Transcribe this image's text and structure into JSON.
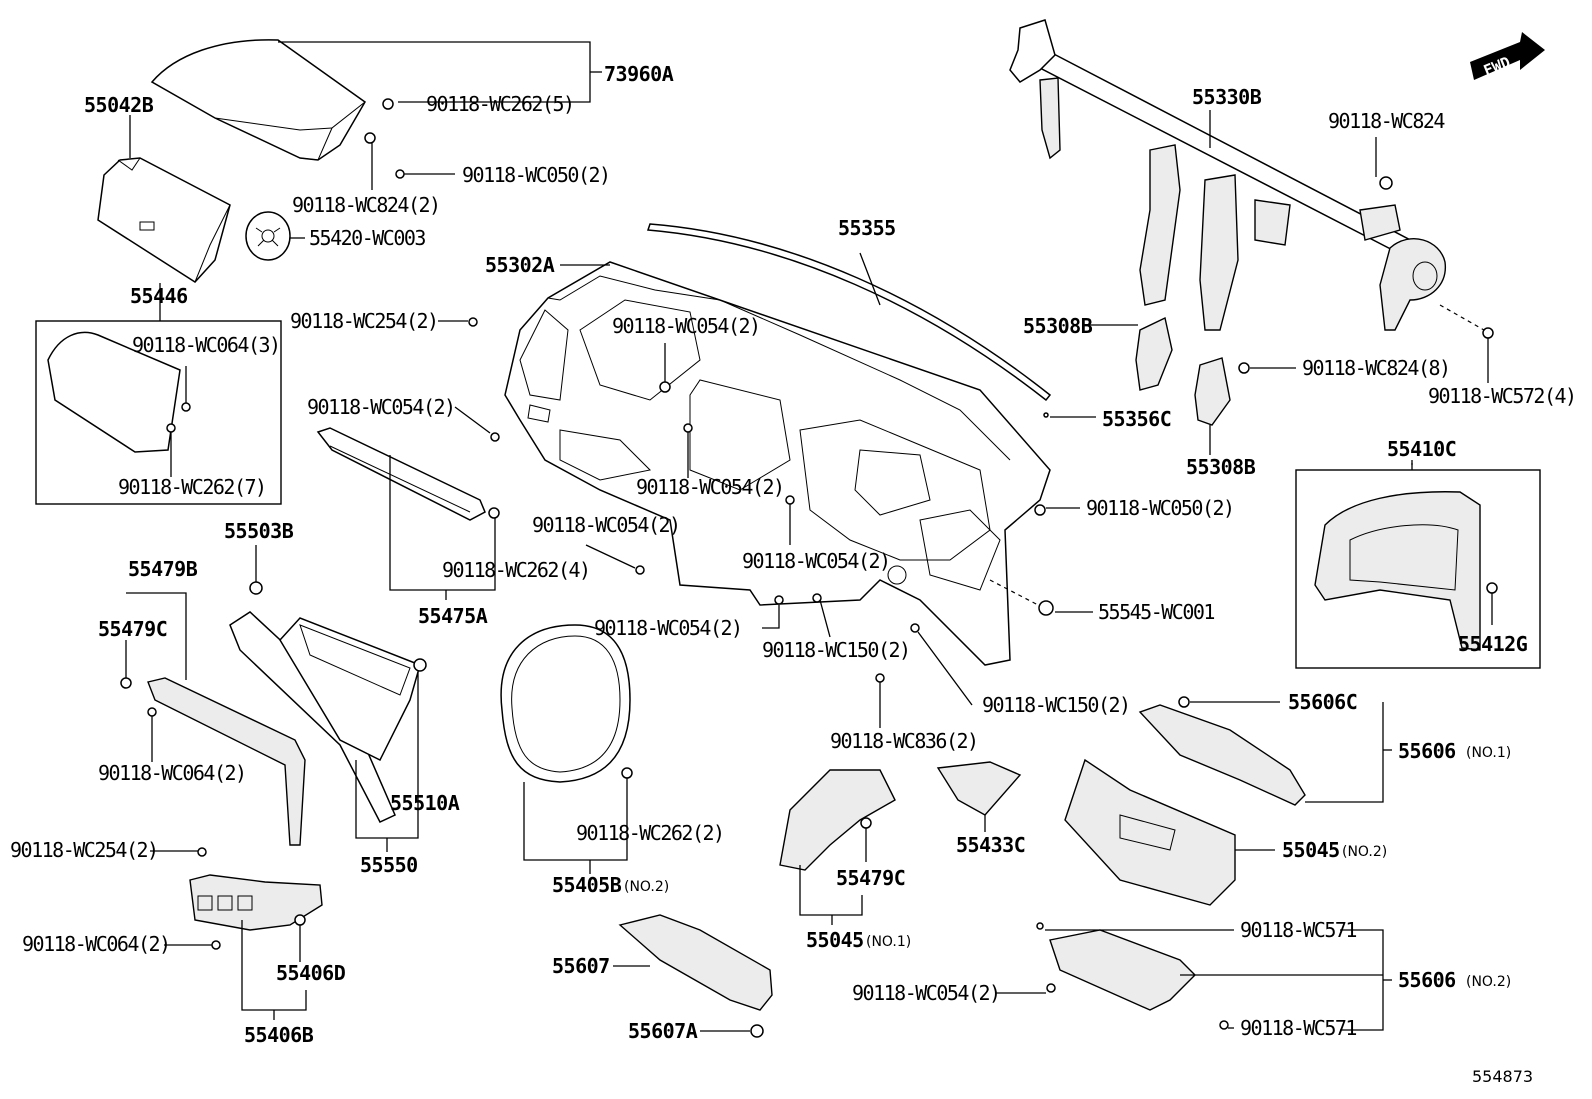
{
  "diagram": {
    "drawing_number": "554873",
    "fwd_label": "FWD",
    "boxes": {
      "b55446": "55446",
      "b55410C": "55410C"
    },
    "labels": {
      "l73960A": "73960A",
      "l55042B": "55042B",
      "lwc262_5": "90118-WC262(5)",
      "lwc050_2a": "90118-WC050(2)",
      "lwc824_2": "90118-WC824(2)",
      "l55420": "55420-WC003",
      "l55446": "55446",
      "lwc064_3": "90118-WC064(3)",
      "lwc262_7": "90118-WC262(7)",
      "l55355": "55355",
      "l55302A": "55302A",
      "lwc254_2a": "90118-WC254(2)",
      "lwc054_2a": "90118-WC054(2)",
      "lwc054_2b": "90118-WC054(2)",
      "lwc054_2c": "90118-WC054(2)",
      "lwc262_4": "90118-WC262(4)",
      "l55475A": "55475A",
      "lwc054_2d": "90118-WC054(2)",
      "lwc054_2e": "90118-WC054(2)",
      "lwc054_2f": "90118-WC054(2)",
      "lwc150_2a": "90118-WC150(2)",
      "lwc150_2b": "90118-WC150(2)",
      "lwc836_2": "90118-WC836(2)",
      "l55330B": "55330B",
      "lwc824": "90118-WC824",
      "l55308Ba": "55308B",
      "lwc824_8": "90118-WC824(8)",
      "lwc572_4": "90118-WC572(4)",
      "l55356C": "55356C",
      "l55308Bb": "55308B",
      "lwc050_2b": "90118-WC050(2)",
      "l55545": "55545-WC001",
      "l55410C": "55410C",
      "l55412G": "55412G",
      "l55503B": "55503B",
      "l55479B": "55479B",
      "l55479Ca": "55479C",
      "lwc064_2a": "90118-WC064(2)",
      "l55510A": "55510A",
      "l55550": "55550",
      "lwc254_2b": "90118-WC254(2)",
      "lwc064_2b": "90118-WC064(2)",
      "l55406D": "55406D",
      "l55406B": "55406B",
      "lwc262_2": "90118-WC262(2)",
      "l55405B": "55405B",
      "l55405B_note": "(NO.2)",
      "l55607": "55607",
      "l55607A": "55607A",
      "l55479Cb": "55479C",
      "l55045a": "55045",
      "l55045a_note": "(NO.1)",
      "l55433C": "55433C",
      "l55606C": "55606C",
      "l55606a": "55606",
      "l55606a_note": "(NO.1)",
      "l55045b": "55045",
      "l55045b_note": "(NO.2)",
      "lwc571a": "90118-WC571",
      "l55606b": "55606",
      "l55606b_note": "(NO.2)",
      "lwc054_2g": "90118-WC054(2)",
      "lwc571b": "90118-WC571"
    }
  }
}
